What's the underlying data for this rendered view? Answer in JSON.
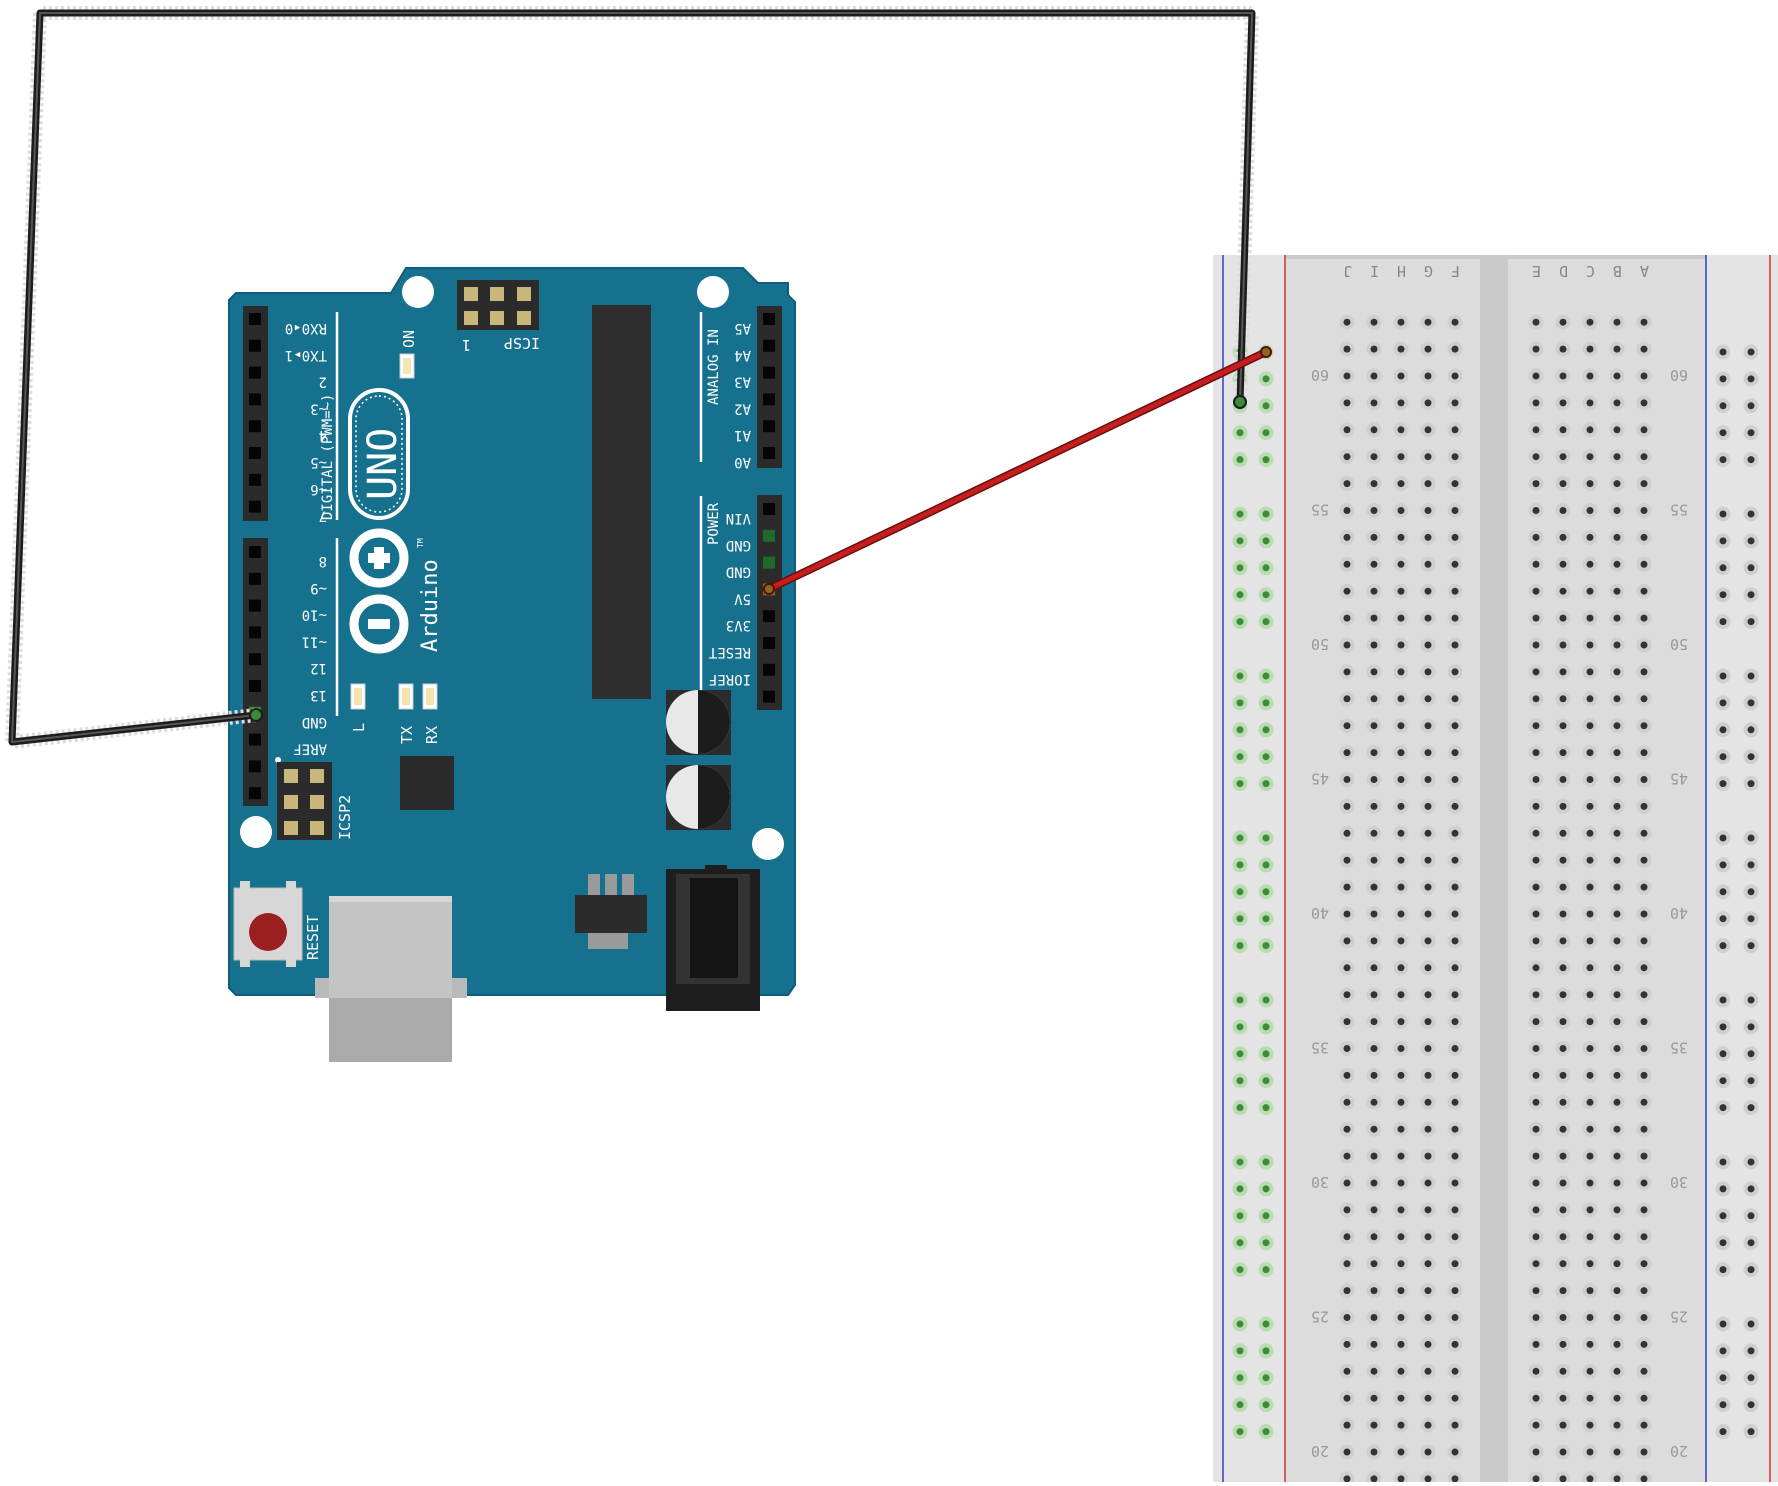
{
  "arduino": {
    "name": "UNO",
    "brand": "Arduino",
    "tm": "TM",
    "digital_label": "DIGITAL (PWM=~)",
    "analog_label": "ANALOG IN",
    "power_label": "POWER",
    "icsp_label": "ICSP",
    "icsp_pin1": "1",
    "icsp2_label": "ICSP2",
    "on_label": "ON",
    "reset_label": "RESET",
    "led_labels": [
      "L",
      "TX",
      "RX"
    ],
    "digital_pins_top": [
      "RX0◂0",
      "TX0▸1",
      "2",
      "~3",
      "4",
      "~5",
      "~6",
      "7"
    ],
    "digital_pins_bottom": [
      "8",
      "~9",
      "~10",
      "~11",
      "12",
      "13",
      "GND",
      "AREF"
    ],
    "analog_pins": [
      "A5",
      "A4",
      "A3",
      "A2",
      "A1",
      "A0"
    ],
    "power_pins": [
      "VIN",
      "GND",
      "GND",
      "5V",
      "3V3",
      "RESET",
      "IOREF"
    ],
    "colors": {
      "board": "#16718f",
      "board_edge": "#0f5d77",
      "header": "#2b2b2b",
      "silk": "#ffffff"
    }
  },
  "breadboard": {
    "column_letters_left": [
      "J",
      "I",
      "H",
      "G",
      "F"
    ],
    "column_letters_right": [
      "E",
      "D",
      "C",
      "B",
      "A"
    ],
    "row_numbers": [
      "60",
      "55",
      "50",
      "45",
      "40",
      "35",
      "30",
      "25",
      "20"
    ],
    "colors": {
      "body": "#dcdcdc",
      "rail_red": "#d0312d",
      "rail_blue": "#3040c0",
      "hole": "#333333",
      "hole_connected": "#3c8c3c"
    }
  },
  "wires": [
    {
      "name": "gnd-wire",
      "from": "GND",
      "to": "rail",
      "color": "#1c1c1c"
    },
    {
      "name": "5v-wire",
      "from": "5V",
      "to": "rail",
      "color": "#b81b1b"
    }
  ]
}
